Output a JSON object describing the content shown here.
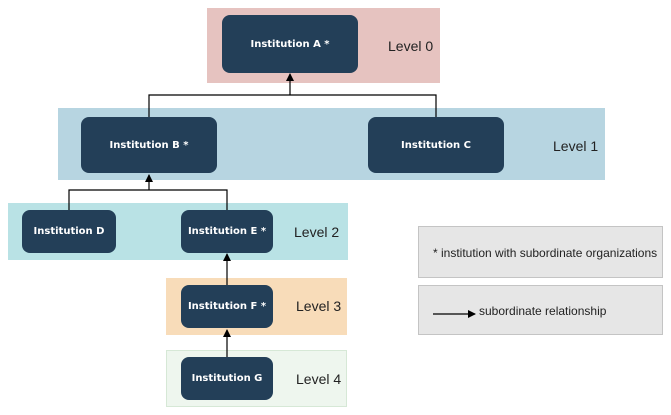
{
  "levels": {
    "level0": "Level 0",
    "level1": "Level 1",
    "level2": "Level 2",
    "level3": "Level 3",
    "level4": "Level 4"
  },
  "nodes": {
    "a": "Institution A *",
    "b": "Institution B *",
    "c": "Institution C",
    "d": "Institution D",
    "e": "Institution E *",
    "f": "Institution F *",
    "g": "Institution G"
  },
  "legend": {
    "asterisk_note": "* institution with subordinate organizations",
    "arrow_note": "subordinate relationship"
  },
  "colors": {
    "node_fill": "#233f58",
    "level0_band": "#e6c3c0",
    "level1_band": "#b7d5e1",
    "level2_band": "#b9e2e5",
    "level3_band": "#f8dcb9",
    "level4_band": "#eef6ee",
    "connector": "#000000"
  }
}
